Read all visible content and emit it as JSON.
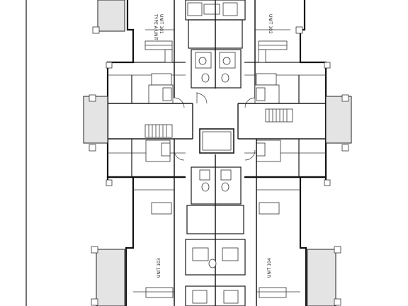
{
  "drawing": {
    "units": [
      {
        "id": "unit-101",
        "label": "UNIT 101"
      },
      {
        "id": "unit-102",
        "label": "UNIT 102"
      },
      {
        "id": "unit-103",
        "label": "UNIT 103"
      },
      {
        "id": "unit-104",
        "label": "UNIT 104"
      }
    ],
    "type_note": "TYPE A UNIT",
    "colors": {
      "line": "#1a1a1a",
      "patio_fill": "#e4e4e4",
      "background": "#ffffff"
    }
  }
}
